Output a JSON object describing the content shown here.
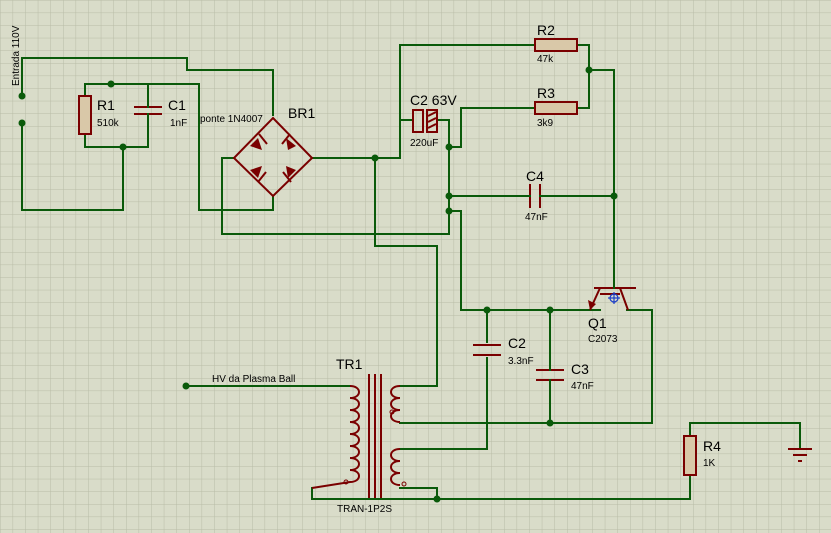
{
  "labels": {
    "input": "Entrada 110V",
    "r1": "R1",
    "r1_val": "510k",
    "c1": "C1",
    "c1_val": "1nF",
    "bridge_note": "ponte 1N4007",
    "br1": "BR1",
    "c2_63v": "C2 63V",
    "c2_63v_val": "220uF",
    "r2": "R2",
    "r2_val": "47k",
    "r3": "R3",
    "r3_val": "3k9",
    "c4": "C4",
    "c4_val": "47nF",
    "q1": "Q1",
    "q1_val": "C2073",
    "c2": "C2",
    "c2_val": "3.3nF",
    "c3": "C3",
    "c3_val": "47nF",
    "tr1": "TR1",
    "tr1_val": "TRAN-1P2S",
    "hv": "HV da Plasma Ball",
    "r4": "R4",
    "r4_val": "1K"
  },
  "colors": {
    "background": "#d9dcc9",
    "grid": "#b8bca6",
    "wire": "#0a5a0a",
    "component": "#7a0000",
    "resistor_body": "#d9c8a8"
  },
  "icons": {
    "ground": "ground-icon",
    "transistor": "npn-transistor-icon",
    "transformer": "transformer-icon",
    "bridge": "bridge-rectifier-icon"
  }
}
